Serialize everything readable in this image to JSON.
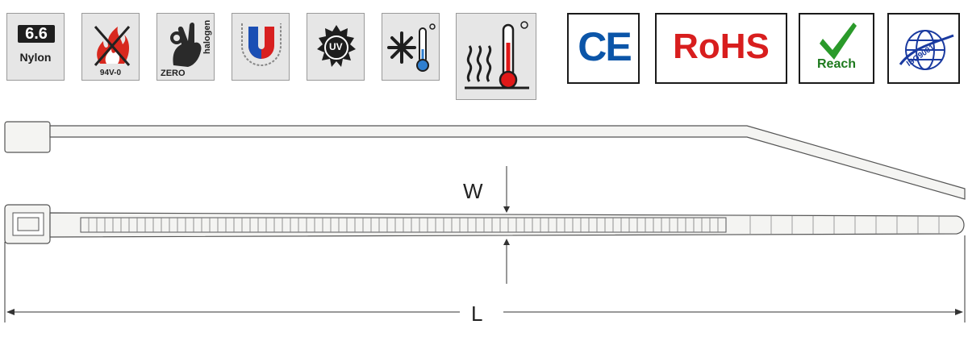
{
  "icons": {
    "nylon": {
      "grade": "6.6",
      "material": "Nylon"
    },
    "flame": {
      "rating": "94V-0"
    },
    "zero_halogen": {
      "zero": "ZERO",
      "halogen": "halogen"
    },
    "magnet": {},
    "uv": {
      "text": "UV"
    },
    "cold": {},
    "heat": {}
  },
  "certifications": {
    "ce": "CE",
    "rohs": "RoHS",
    "reach": "Reach",
    "iso": "ISO9001"
  },
  "dimensions": {
    "width_label": "W",
    "length_label": "L"
  },
  "colors": {
    "tile_bg": "#e6e6e6",
    "ce_blue": "#0b55a8",
    "rohs_red": "#d81e1e",
    "reach_green": "#1e7a1e",
    "iso_blue": "#1a3aa0",
    "tie_fill": "#f4f4f2"
  }
}
